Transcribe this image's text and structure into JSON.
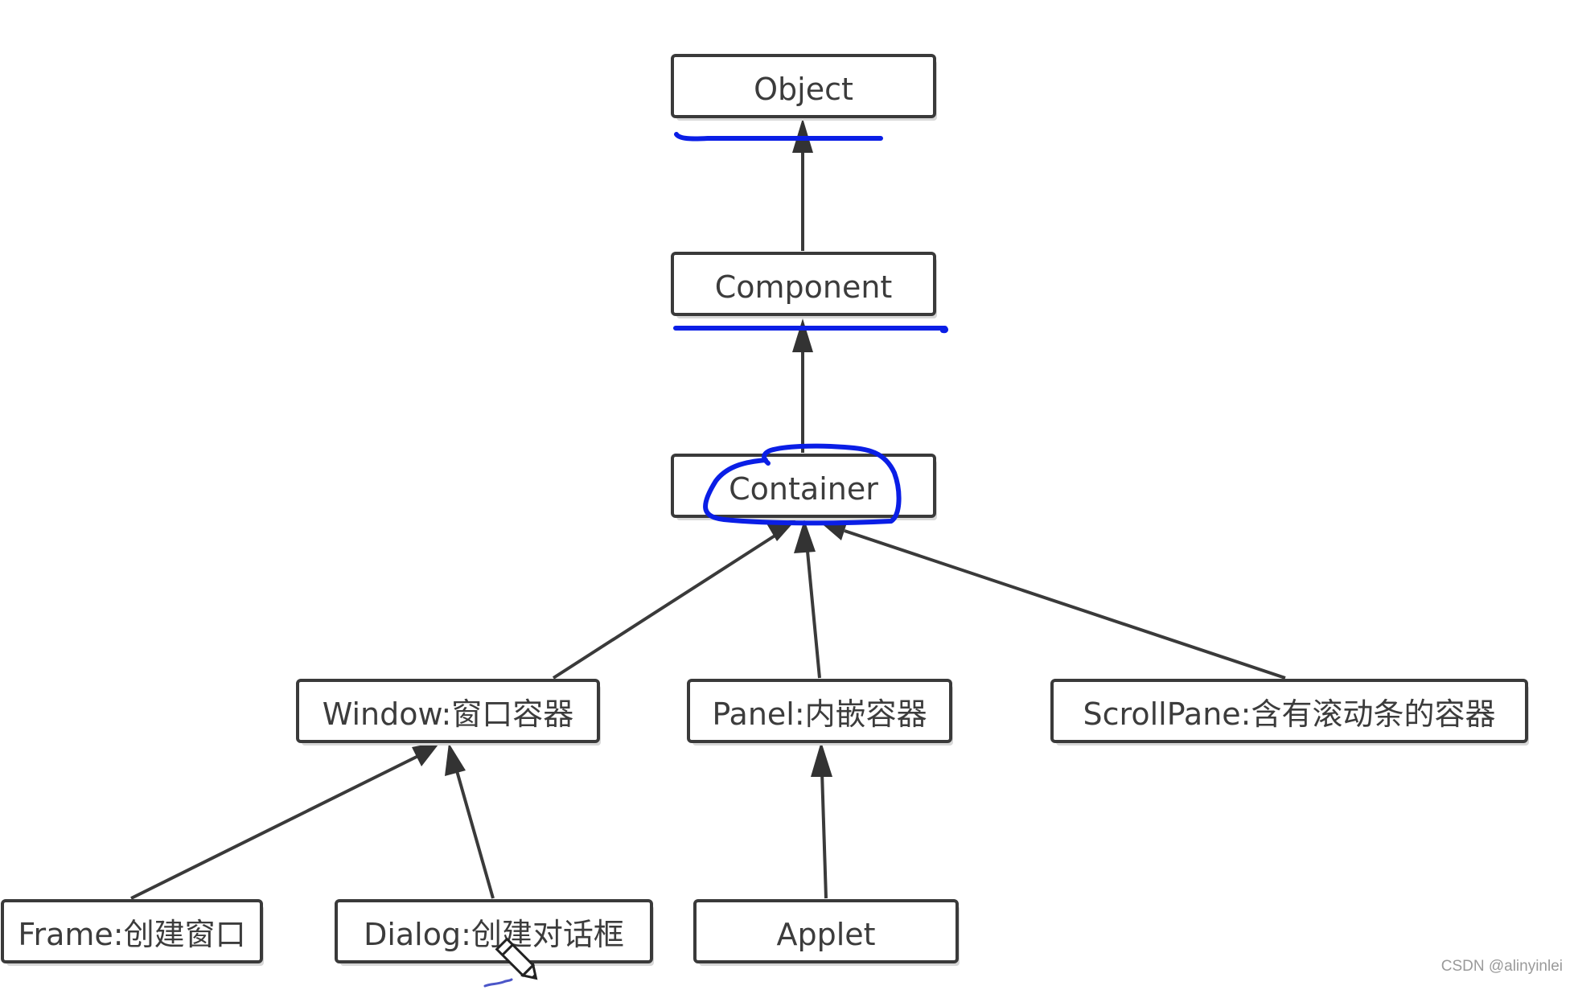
{
  "nodes": {
    "object": "Object",
    "component": "Component",
    "container": "Container",
    "window": "Window:窗口容器",
    "panel": "Panel:内嵌容器",
    "scrollpane": "ScrollPane:含有滚动条的容器",
    "frame": "Frame:创建窗口",
    "dialog": "Dialog:创建对话框",
    "applet": "Applet"
  },
  "edges": [
    {
      "from": "Component",
      "to": "Object"
    },
    {
      "from": "Container",
      "to": "Component"
    },
    {
      "from": "Window:窗口容器",
      "to": "Container"
    },
    {
      "from": "Panel:内嵌容器",
      "to": "Container"
    },
    {
      "from": "ScrollPane:含有滚动条的容器",
      "to": "Container"
    },
    {
      "from": "Frame:创建窗口",
      "to": "Window:窗口容器"
    },
    {
      "from": "Dialog:创建对话框",
      "to": "Window:窗口容器"
    },
    {
      "from": "Applet",
      "to": "Panel:内嵌容器"
    }
  ],
  "annotation_color": "#0a1ee6",
  "cursor_icon": "pencil-cursor-icon",
  "watermark": "CSDN @alinyinlei"
}
